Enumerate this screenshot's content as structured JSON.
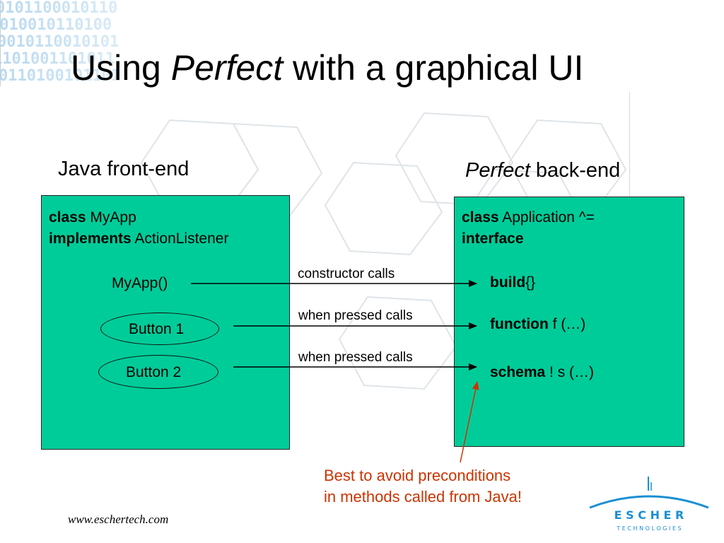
{
  "slide": {
    "title_prefix": "Using ",
    "title_em": "Perfect",
    "title_suffix": " with a graphical UI",
    "footer_url": "www.eschertech.com"
  },
  "left_panel": {
    "heading": "Java front-end",
    "kw_class": "class",
    "class_name": " MyApp",
    "kw_implements": "implements",
    "interface_name": " ActionListener",
    "constructor": "MyApp()",
    "button1": "Button 1",
    "button2": "Button 2"
  },
  "right_panel": {
    "heading_em": "Perfect",
    "heading_rest": " back-end",
    "kw_class": "class",
    "class_decl": " Application ^=",
    "kw_interface": "interface",
    "kw_build": "build",
    "build_rest": "{}",
    "kw_function": "function",
    "function_rest": " f (…)",
    "kw_schema": "schema",
    "schema_rest": " ! s (…)"
  },
  "connectors": {
    "constructor_calls": "constructor calls",
    "pressed_calls_1": "when pressed calls",
    "pressed_calls_2": "when pressed calls"
  },
  "note": {
    "line1": "Best to avoid preconditions",
    "line2": "in methods called from Java!"
  },
  "logo": {
    "name": "E S C H E R",
    "tagline": "T E C H N O L O G I E S"
  },
  "colors": {
    "box_fill": "#00cc99",
    "note_text": "#cc3300",
    "logo_blue": "#1b8fd1"
  }
}
